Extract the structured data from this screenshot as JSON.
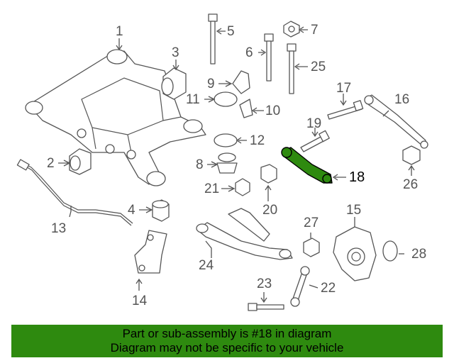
{
  "diagram": {
    "highlight_color": "#2e8a0f",
    "labels": {
      "c1": "1",
      "c2": "2",
      "c3": "3",
      "c4": "4",
      "c5": "5",
      "c6": "6",
      "c7": "7",
      "c8": "8",
      "c9": "9",
      "c10": "10",
      "c11": "11",
      "c12": "12",
      "c13": "13",
      "c14": "14",
      "c15": "15",
      "c16": "16",
      "c17": "17",
      "c18": "18",
      "c19": "19",
      "c20": "20",
      "c21": "21",
      "c22": "22",
      "c23": "23",
      "c24": "24",
      "c25": "25",
      "c26": "26",
      "c27": "27",
      "c28": "28"
    }
  },
  "banner": {
    "line1": "Part or sub-assembly is #18 in diagram",
    "line2": "Diagram may not be specific to your vehicle",
    "background": "#2e8a0f"
  }
}
